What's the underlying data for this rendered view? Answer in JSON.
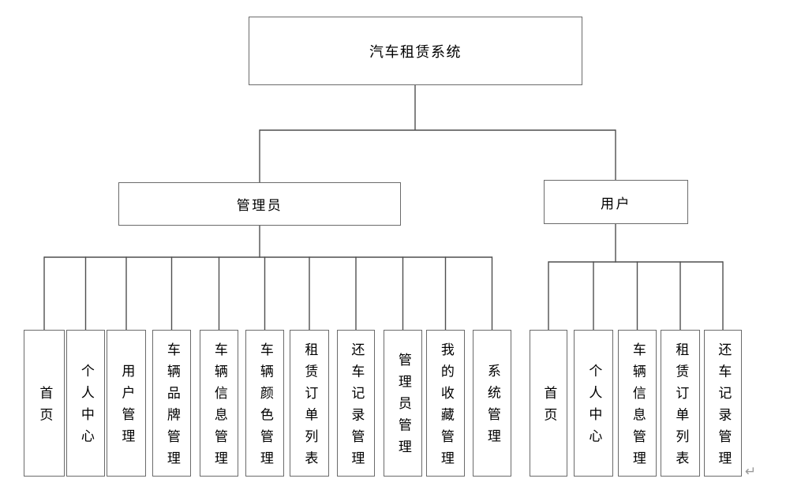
{
  "diagram": {
    "root": {
      "label": "汽车租赁系统"
    },
    "branches": [
      {
        "label": "管理员",
        "children": [
          "首页",
          "个人中心",
          "用户管理",
          "车辆品牌管理",
          "车辆信息管理",
          "车辆颜色管理",
          "租赁订单列表",
          "还车记录管理",
          "管理员管理",
          "我的收藏管理",
          "系统管理"
        ]
      },
      {
        "label": "用户",
        "children": [
          "首页",
          "个人中心",
          "车辆信息管理",
          "租赁订单列表",
          "还车记录管理"
        ]
      }
    ],
    "paragraph_mark": "↵"
  },
  "colors": {
    "line": "#4f4f4f",
    "box_border": "#6b6b6b",
    "text": "#000000",
    "background": "#ffffff"
  }
}
